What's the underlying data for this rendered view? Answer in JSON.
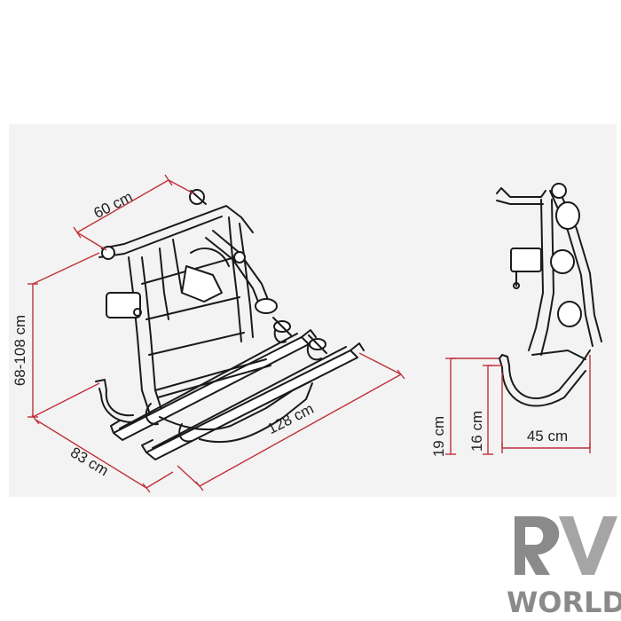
{
  "dimensions": {
    "width_top": "60 cm",
    "height_range": "68-108 cm",
    "depth_bottom": "83 cm",
    "length_rails": "128 cm",
    "side_offset_a": "19 cm",
    "side_offset_b": "16 cm",
    "side_depth": "45 cm"
  },
  "brand": {
    "word": "WORLD",
    "mark": "RV"
  },
  "colors": {
    "dimension_line": "#c0303a",
    "drawing_line": "#1a1a1a",
    "panel_background": "#f0f0f0",
    "logo_gray": "#8a8a8a"
  }
}
